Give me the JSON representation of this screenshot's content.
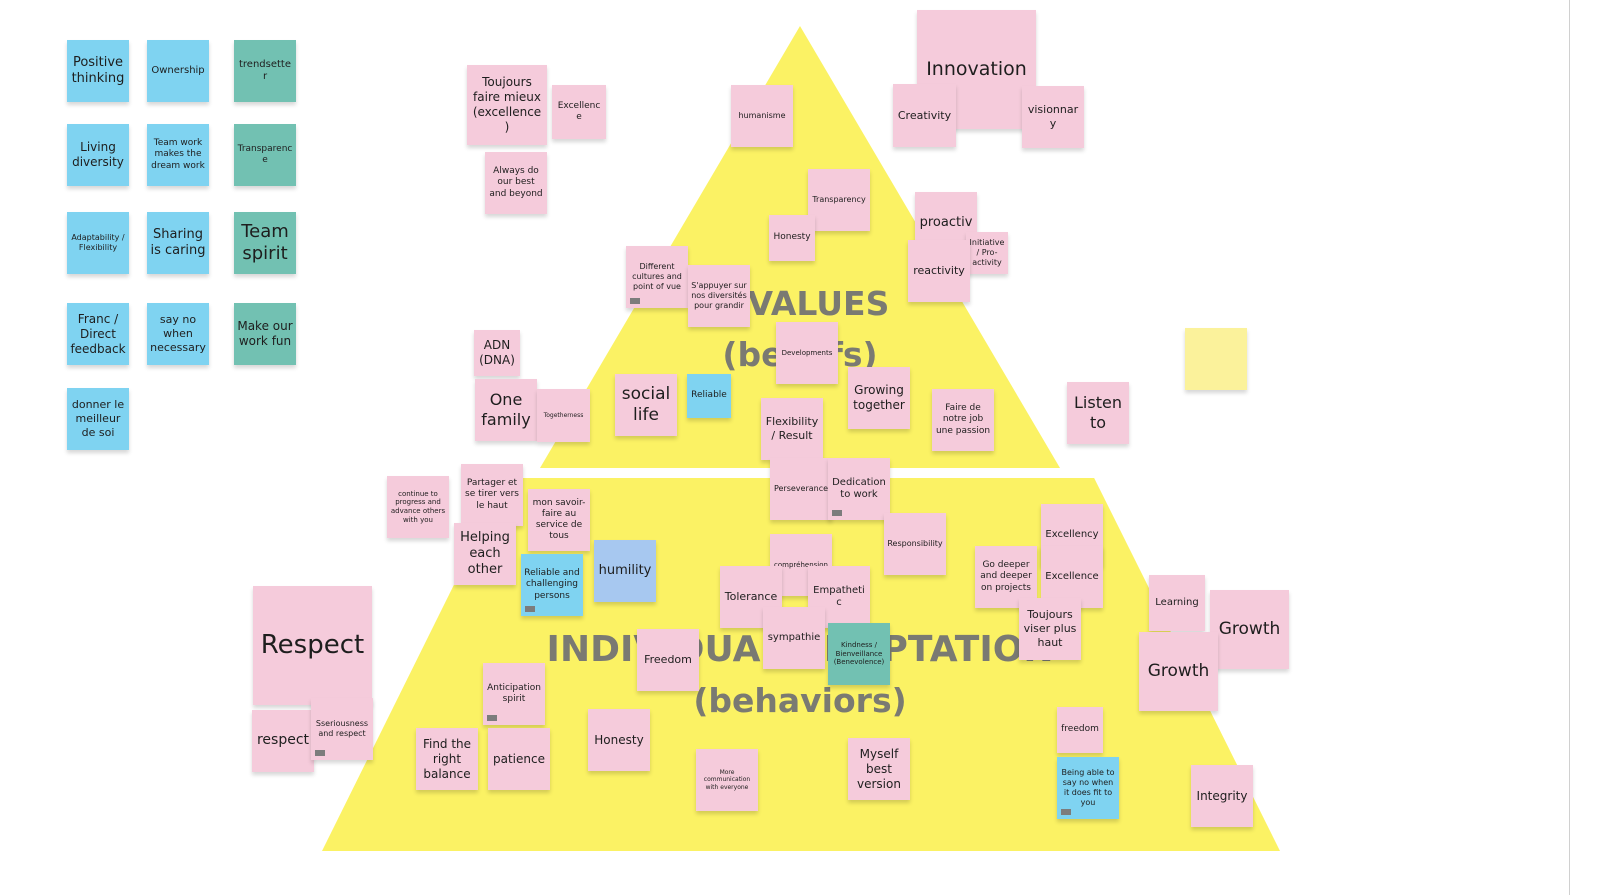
{
  "pyramid": {
    "top_label_1": "X VALUES",
    "top_label_2": "(beliefs)",
    "bottom_label_1": "INDIVIDUAL ADAPTATION",
    "bottom_label_2": "(behaviors)"
  },
  "notes": {
    "positive_thinking": "Positive thinking",
    "ownership": "Ownership",
    "trendsetter": "trendsetter",
    "living_diversity": "Living diversity",
    "team_work": "Team work makes the dream work",
    "transparence": "Transparence",
    "adaptability": "Adaptability / Flexibility",
    "sharing_caring": "Sharing is caring",
    "team_spirit": "Team spirit",
    "franc_direct": "Franc / Direct feedback",
    "say_no": "say no when necessary",
    "make_work_fun": "Make our work fun",
    "donner_meilleur": "donner le meilleur de soi",
    "toujours_faire_mieux": "Toujours faire mieux (excellence )",
    "excellence_top": "Excellence",
    "always_do_best": "Always do our best and beyond",
    "humanisme": "humanisme",
    "innovation": "Innovation",
    "creativity": "Creativity",
    "visionnary": "visionnary",
    "transparency": "Transparency",
    "honesty_top": "Honesty",
    "proactiv": "proactiv",
    "initiative": "Initiative / Pro-activity",
    "reactivity": "reactivity",
    "different_cultures": "Different cultures and point of vue",
    "sappuyer": "S'appuyer sur nos diversités pour grandir",
    "developments": "Developments",
    "adn": "ADN (DNA)",
    "one_family": "One family",
    "togetherness": "Togetherness",
    "social_life": "social life",
    "reliable": "Reliable",
    "flexibility_result": "Flexibility / Result",
    "growing_together": "Growing together",
    "faire_de_notre_job": "Faire de notre job une passion",
    "listen_to": "Listen to",
    "continue_progress": "continue to progress and advance others with you",
    "partager": "Partager et se tirer vers le haut",
    "mon_savoir": "mon savoir-faire au service de tous",
    "perseverance": "Perseverance",
    "dedication": "Dedication to work",
    "helping": "Helping each other",
    "reliable_challenging": "Reliable and challenging persons",
    "humility": "humility",
    "comprehension": "compréhension",
    "responsibility": "Responsibility",
    "excellency": "Excellency",
    "go_deeper": "Go deeper and deeper on projects",
    "excellence_bottom": "Excellence",
    "respect_big": "Respect",
    "tolerance": "Tolerance",
    "empathetic": "Empathetic",
    "toujours_viser": "Toujours viser plus haut",
    "learning": "Learning",
    "growth_1": "Growth",
    "growth_2": "Growth",
    "freedom_big": "Freedom",
    "sympathie": "sympathie",
    "kindness": "Kindness / Bienveillance (Benevolence)",
    "anticipation": "Anticipation spirit",
    "respect_small": "respect",
    "sseriousness": "Sseriousness and respect",
    "find_balance": "Find the right balance",
    "patience": "patience",
    "honesty_bottom": "Honesty",
    "more_communication": "More communication with everyone",
    "myself": "Myself best version",
    "freedom_small": "freedom",
    "being_able": "Being able to say no when it does fit to you",
    "integrity": "Integrity",
    "empty_note": ""
  },
  "colors": {
    "pyramid_yellow": "#fbf264",
    "note_pink": "#f5cbdb",
    "note_blue": "#7fd3f1",
    "note_teal": "#72c1b2",
    "note_light_blue": "#a7c8f0",
    "label_gray": "#7a7a72"
  }
}
